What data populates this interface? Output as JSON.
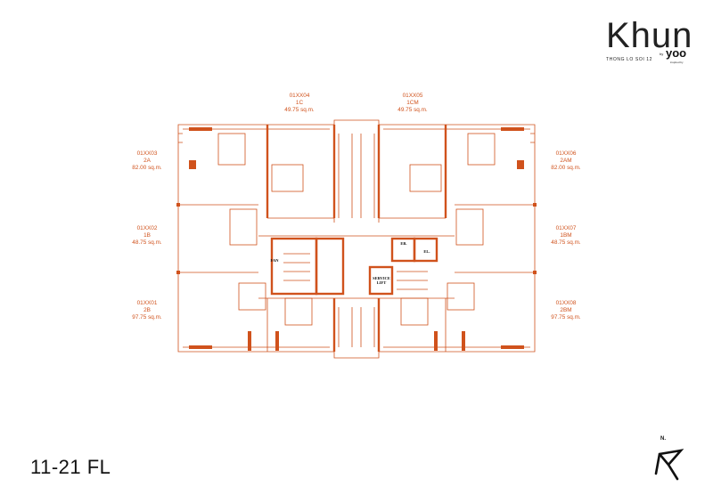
{
  "logo": {
    "wordmark": "Khun",
    "subtitle": "THONG LO SOI 12",
    "by": "by",
    "partner": "yoo",
    "partner_sub": "inspired by"
  },
  "floor": "11-21 FL",
  "north": "N.",
  "units": [
    {
      "code": "01XX04",
      "type": "1C",
      "area": "49.75 sq.m."
    },
    {
      "code": "01XX05",
      "type": "1CM",
      "area": "49.75 sq.m."
    },
    {
      "code": "01XX03",
      "type": "2A",
      "area": "82.00 sq.m."
    },
    {
      "code": "01XX06",
      "type": "2AM",
      "area": "82.00 sq.m."
    },
    {
      "code": "01XX02",
      "type": "1B",
      "area": "48.75 sq.m."
    },
    {
      "code": "01XX07",
      "type": "1BM",
      "area": "48.75 sq.m."
    },
    {
      "code": "01XX01",
      "type": "2B",
      "area": "97.75 sq.m."
    },
    {
      "code": "01XX08",
      "type": "2BM",
      "area": "97.75 sq.m."
    }
  ],
  "core_tags": {
    "service_lift_1": "SERVICE",
    "service_lift_2": "LIFT",
    "eb": "EB.",
    "el": "EL.",
    "fan": "FAN"
  },
  "colors": {
    "plan": "#d0521c",
    "text": "#111111"
  }
}
